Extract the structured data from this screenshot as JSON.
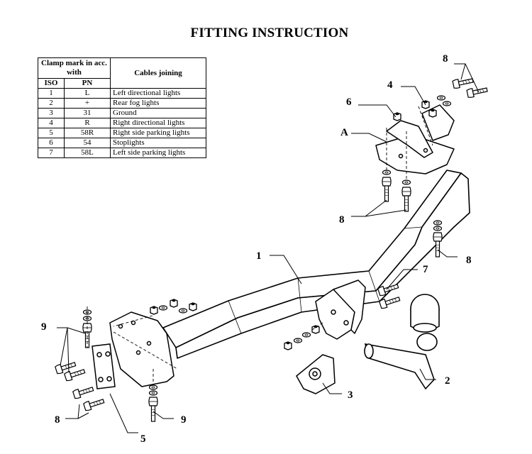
{
  "title": "FITTING INSTRUCTION",
  "table": {
    "header_clamp": "Clamp mark in acc. with",
    "header_cables": "Cables joining",
    "header_iso": "ISO",
    "header_pn": "PN",
    "rows": [
      {
        "iso": "1",
        "pn": "L",
        "cable": "Left directional lights"
      },
      {
        "iso": "2",
        "pn": "+",
        "cable": "Rear fog lights"
      },
      {
        "iso": "3",
        "pn": "31",
        "cable": "Ground"
      },
      {
        "iso": "4",
        "pn": "R",
        "cable": "Right directional lights"
      },
      {
        "iso": "5",
        "pn": "58R",
        "cable": "Right side parking lights"
      },
      {
        "iso": "6",
        "pn": "54",
        "cable": "Stoplights"
      },
      {
        "iso": "7",
        "pn": "58L",
        "cable": "Left side parking lights"
      }
    ]
  },
  "labels": {
    "l1": "1",
    "l2": "2",
    "l3": "3",
    "l4": "4",
    "l5": "5",
    "l6": "6",
    "l7": "7",
    "l8a": "8",
    "l8b": "8",
    "l8c": "8",
    "l8d": "8",
    "l9a": "9",
    "l9b": "9",
    "lA": "A"
  }
}
